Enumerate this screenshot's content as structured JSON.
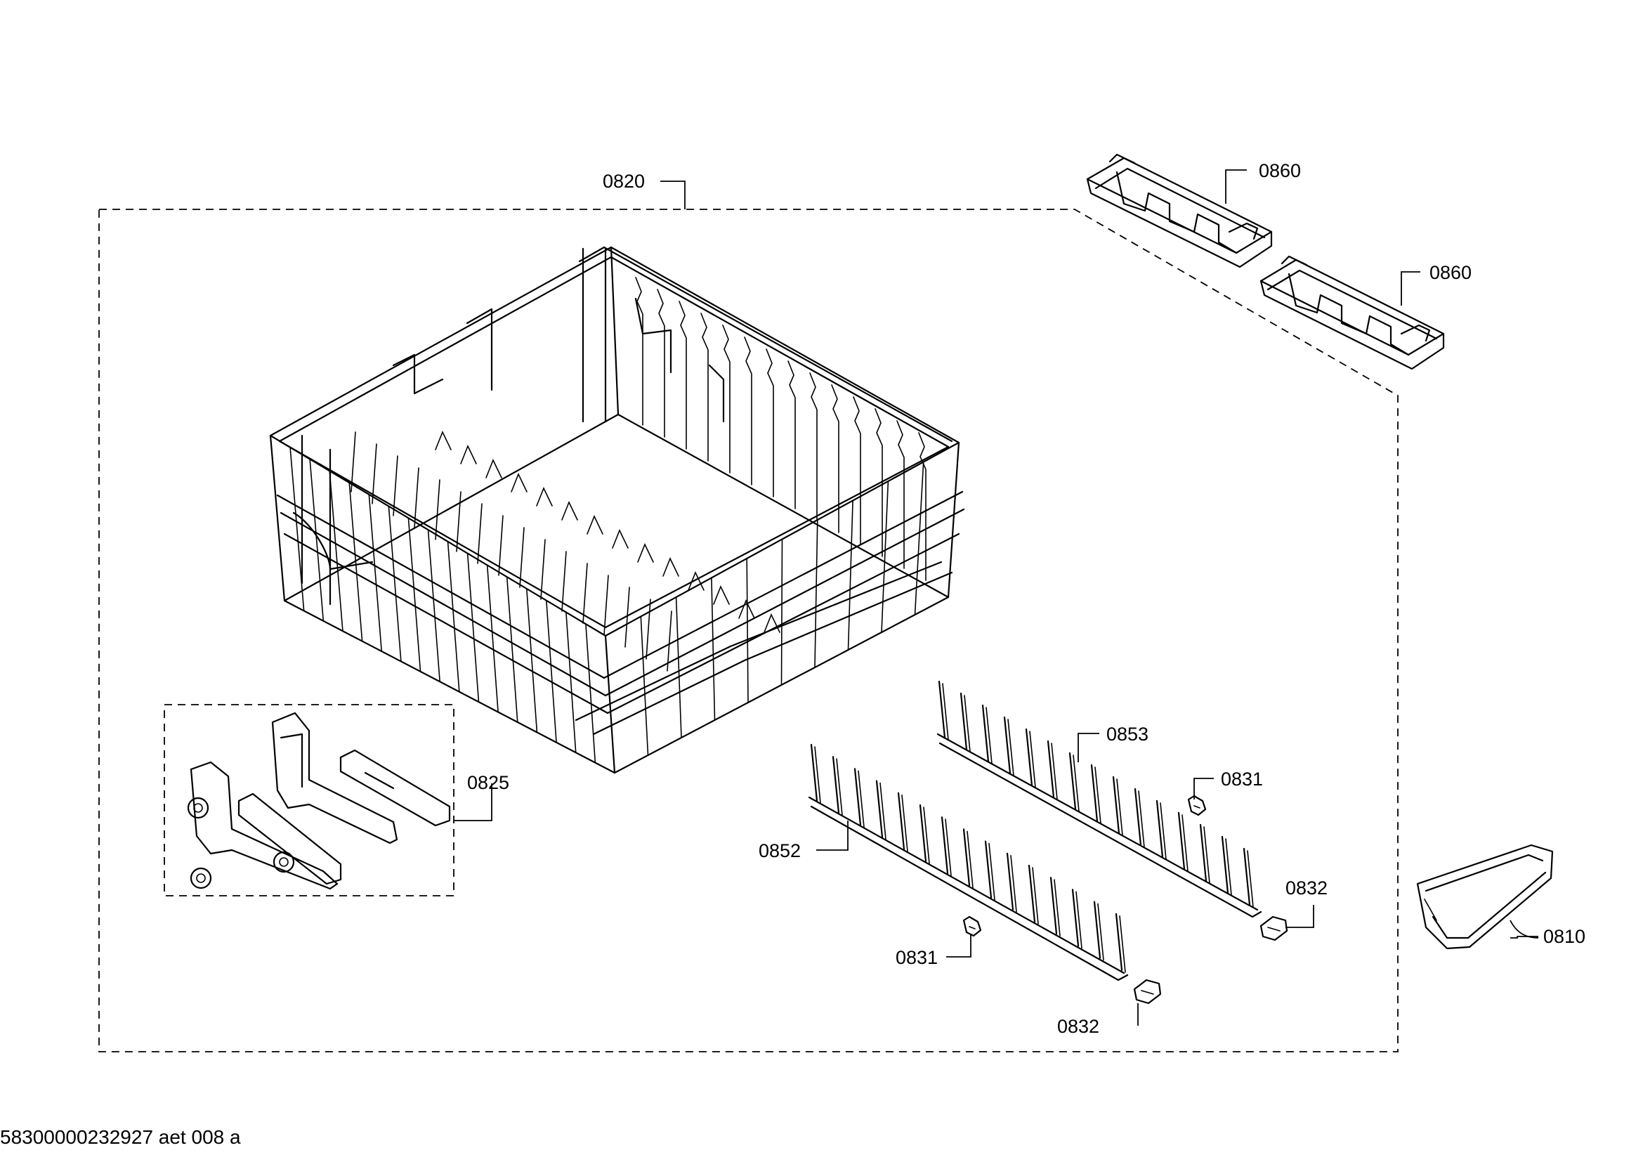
{
  "footer": {
    "document_code": "58300000232927 aet 008 a"
  },
  "labels": {
    "basket": "0820",
    "clip_top": "0860",
    "clip_right": "0860",
    "height_adjuster": "0825",
    "rack_rear": "0853",
    "rack_front": "0852",
    "holder_upper_right": "0831",
    "holder_lower_left": "0831",
    "bracket_upper_right": "0832",
    "bracket_lower": "0832",
    "handle": "0810"
  }
}
